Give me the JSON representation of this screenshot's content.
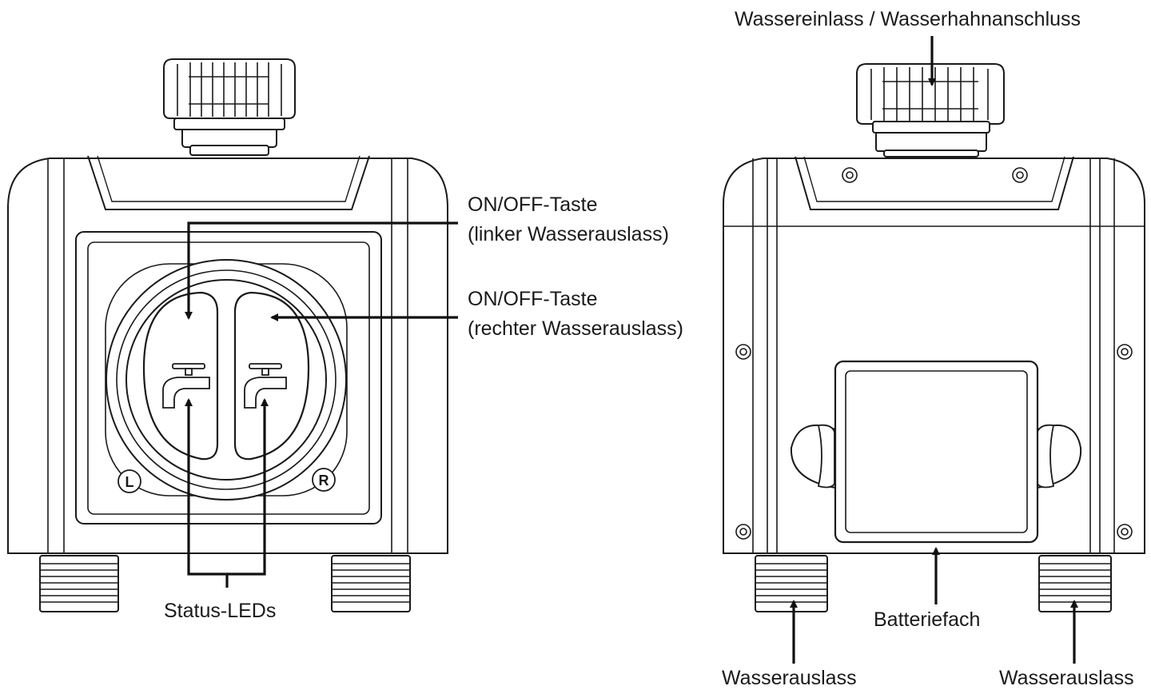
{
  "labels": {
    "button_left": {
      "line1": "ON/OFF-Taste",
      "line2": "(linker Wasserauslass)"
    },
    "button_right": {
      "line1": "ON/OFF-Taste",
      "line2": "(rechter Wasserauslass)"
    },
    "status_leds": "Status-LEDs",
    "water_inlet": "Wassereinlass / Wasserhahnanschluss",
    "battery": "Batteriefach",
    "outlet_left": "Wasserauslass",
    "outlet_right": "Wasserauslass"
  },
  "markings": {
    "left_side": "L",
    "right_side": "R"
  },
  "colors": {
    "line": "#1a1a1a",
    "fill": "#ffffff"
  }
}
